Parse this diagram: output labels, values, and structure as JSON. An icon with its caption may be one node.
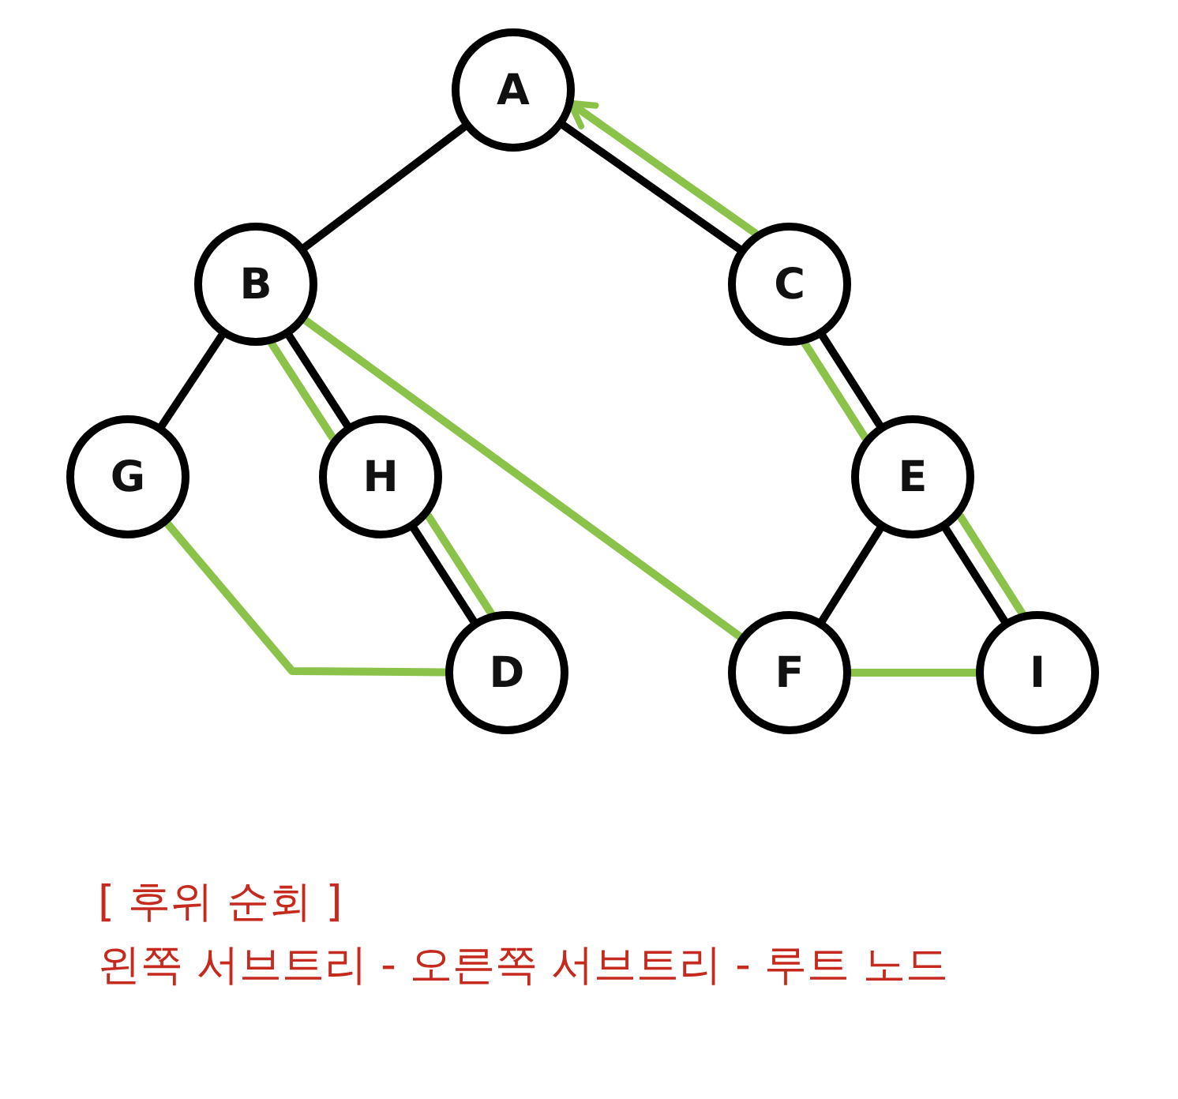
{
  "diagram": {
    "nodes": [
      {
        "text": [
          "A"
        ]
      },
      {
        "text": [
          "B"
        ]
      },
      {
        "text": [
          "C"
        ]
      },
      {
        "text": [
          "G"
        ]
      },
      {
        "text": [
          "H"
        ]
      },
      {
        "text": [
          "E"
        ]
      },
      {
        "text": [
          "D"
        ]
      },
      {
        "text": [
          "F"
        ]
      },
      {
        "text": [
          "I"
        ]
      }
    ],
    "edges": [
      {
        "from": 0,
        "to": 1,
        "arrow": "none"
      },
      {
        "from": 0,
        "to": 2,
        "arrow": "none"
      },
      {
        "from": 1,
        "to": 3,
        "arrow": "none"
      },
      {
        "from": 1,
        "to": 4,
        "arrow": "none"
      },
      {
        "from": 4,
        "to": 6,
        "arrow": "none"
      },
      {
        "from": 2,
        "to": 5,
        "arrow": "none"
      },
      {
        "from": 5,
        "to": 7,
        "arrow": "none"
      },
      {
        "from": 5,
        "to": 8,
        "arrow": "none"
      },
      {
        "from": 3,
        "to": 6,
        "arrow": "none",
        "color": "#8bc34a"
      },
      {
        "from": 6,
        "to": 4,
        "arrow": "none",
        "color": "#8bc34a"
      },
      {
        "from": 4,
        "to": 1,
        "arrow": "none",
        "color": "#8bc34a"
      },
      {
        "from": 1,
        "to": 7,
        "arrow": "none",
        "color": "#8bc34a"
      },
      {
        "from": 7,
        "to": 8,
        "arrow": "none",
        "color": "#8bc34a"
      },
      {
        "from": 8,
        "to": 5,
        "arrow": "none",
        "color": "#8bc34a"
      },
      {
        "from": 5,
        "to": 2,
        "arrow": "none",
        "color": "#8bc34a"
      },
      {
        "from": 2,
        "to": 0,
        "arrow": "to",
        "color": "#8bc34a"
      }
    ],
    "labels": [
      "[ 후위 순회 ]",
      "왼쪽 서브트리 - 오른쪽 서브트리 - 루트 노드"
    ]
  }
}
